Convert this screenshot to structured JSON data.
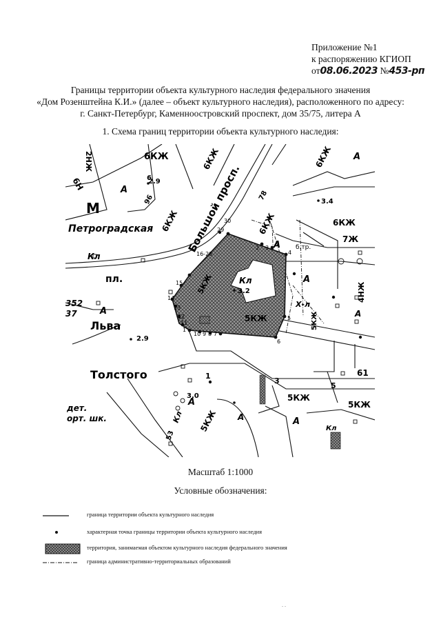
{
  "appendix": {
    "line1": "Приложение №1",
    "line2": "к распоряжению КГИОП",
    "line3_prefix": "от",
    "date": "08.06.2023",
    "number_sign": "№",
    "number": "453-рп"
  },
  "title": {
    "line1": "Границы территории объекта культурного наследия федерального значения",
    "line2": "«Дом Розенштейна К.И.» (далее – объект культурного наследия), расположенного по адресу:",
    "line3": "г. Санкт-Петербург, Каменноостровский проспект, дом 35/75, литера А"
  },
  "section_heading": "1.   Схема границ территории объекта культурного наследия:",
  "map": {
    "street_labels": {
      "bolshoy": "Большой просп.",
      "petrogradskaya": "Петроградская",
      "pl": "пл.",
      "lva": "Льва",
      "tolstogo": "Толстого",
      "det": "дет.",
      "shk": "орт. шк."
    },
    "building_codes": {
      "b1": "6КЖ",
      "b2": "6КЖ",
      "b3": "6КЖ",
      "b4": "6КЖ",
      "b5": "6КЖ",
      "b6": "2НЖ",
      "b7": "6Н",
      "b8": "6КЖ",
      "b9": "5КЖ",
      "b10": "5КЖ",
      "b11": "5КЖ",
      "b12": "5КЖ",
      "b13": "4НЖ",
      "b14": "7Ж",
      "b15": "Кл",
      "b16": "Кл",
      "b17": "5КЖ",
      "b18": "Кл",
      "b19": "Х-л",
      "b20": "б.тр.",
      "b21": "Кл",
      "b22": "5КЖ"
    },
    "lettera": {
      "a1": "А",
      "a2": "А",
      "a3": "А",
      "a4": "А",
      "a5": "А",
      "a6": "А",
      "a7": "А",
      "a8": "А",
      "a9": "А"
    },
    "heights": {
      "h1": "2.9",
      "h2": "3.4",
      "h3": "3.2",
      "h4": "2.9",
      "h5": "3.0"
    },
    "numbers": {
      "n96": "96",
      "n78": "78",
      "n61": "61",
      "n352": "352",
      "n37": "37",
      "n1": "1",
      "n3": "3",
      "n5": "5",
      "n53": "53",
      "n6m": "6"
    },
    "point_numbers": {
      "p1": "1",
      "p2": "2",
      "p3": "3",
      "p4": "4",
      "p5": "5",
      "p6": "6",
      "p7": "7",
      "p8": "8",
      "p9": "9",
      "p10": "10",
      "p11": "11",
      "p12": "12",
      "p13": "13",
      "p14": "14",
      "p15": "15",
      "p16": "16-28",
      "p29": "29",
      "p30": "30"
    },
    "colors": {
      "ink": "#111111",
      "hatch": "#6b6b6b"
    }
  },
  "scale": "Масштаб 1:1000",
  "legend": {
    "title": "Условные обозначения:",
    "items": [
      {
        "symbol": "solid-line",
        "label": "граница территории объекта культурного наследия"
      },
      {
        "symbol": "point-dot",
        "label": "характерная точка границы территории объекта культурного наследия"
      },
      {
        "symbol": "crosshatch",
        "label": "территория, занимаемая объектом культурного наследия федерального значения"
      },
      {
        "symbol": "dash-dot-line",
        "label": "граница административно-территориальных образований"
      }
    ]
  }
}
